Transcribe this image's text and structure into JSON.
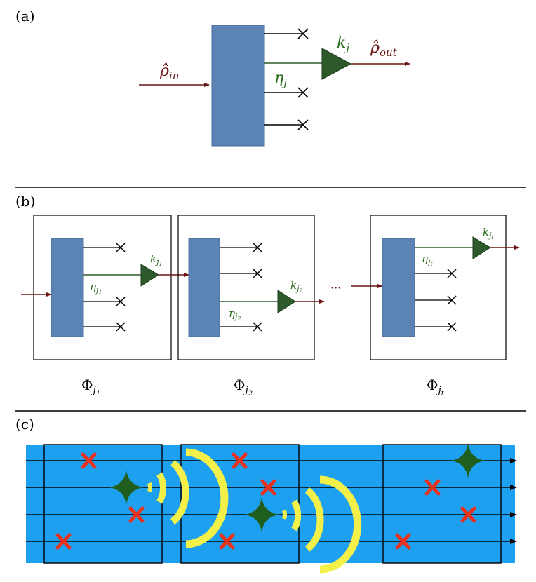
{
  "colors": {
    "block": "#5b83b3",
    "block_edge": "#4a6f9a",
    "signal": "#6b1616",
    "green": "#2e5a2b",
    "green_text": "#2b6b1e",
    "cross": "#000000",
    "water": "#1ea0f0",
    "red": "#e8321e",
    "yellow": "#f4f04a",
    "divider": "#000000"
  },
  "panel_a": {
    "tag": "(a)",
    "rho_in_base": "ρ̂",
    "rho_in_sub": "in",
    "eta_base": "η",
    "eta_sub": "j",
    "k_base": "k",
    "k_sub": "j",
    "rho_out_base": "ρ̂",
    "rho_out_sub": "out"
  },
  "panel_b": {
    "tag": "(b)",
    "ellipsis": "···",
    "channels": [
      {
        "eta_base": "η",
        "eta_sub": "j",
        "eta_subsub": "1",
        "k_base": "k",
        "k_sub": "j",
        "k_subsub": "1",
        "phi_base": "Φ",
        "phi_sub": "j",
        "phi_subsub": "1"
      },
      {
        "eta_base": "η",
        "eta_sub": "j",
        "eta_subsub": "2",
        "k_base": "k",
        "k_sub": "j",
        "k_subsub": "2",
        "phi_base": "Φ",
        "phi_sub": "j",
        "phi_subsub": "2"
      },
      {
        "eta_base": "η",
        "eta_sub": "j",
        "eta_subsub": "t",
        "k_base": "k",
        "k_sub": "j",
        "k_subsub": "t",
        "phi_base": "Φ",
        "phi_sub": "j",
        "phi_subsub": "t"
      }
    ]
  },
  "panel_c": {
    "tag": "(c)"
  }
}
